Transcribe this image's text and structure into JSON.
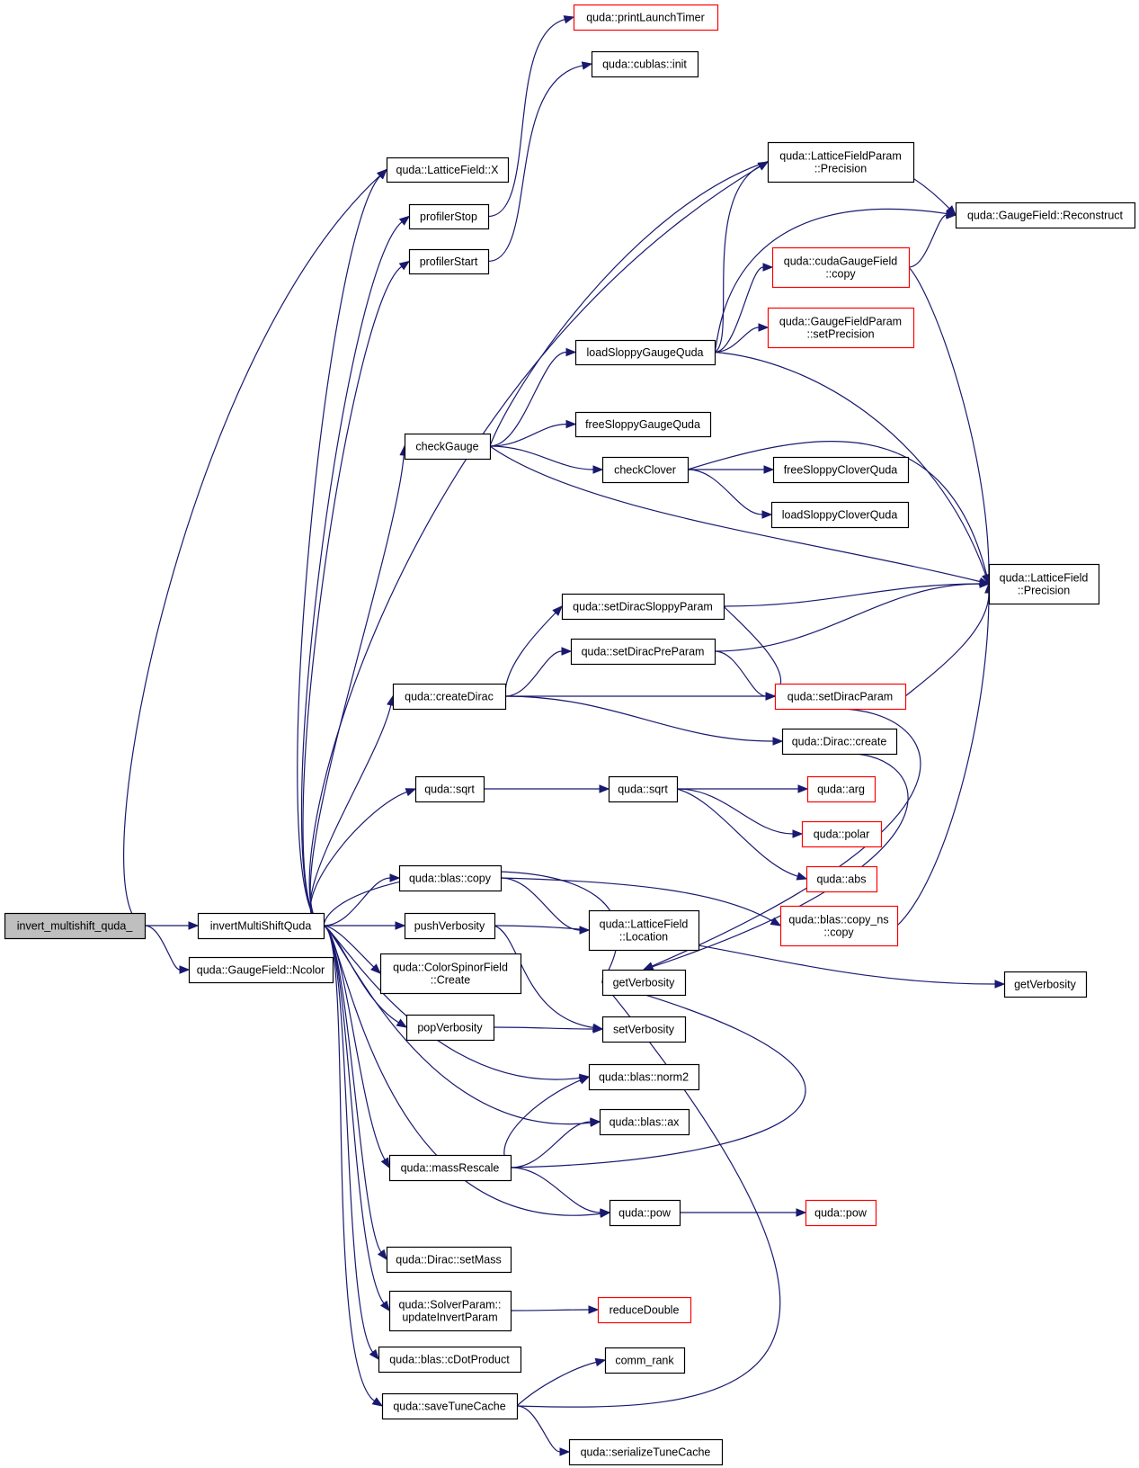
{
  "nodes": [
    {
      "id": "root",
      "label": "invert_multishift_quda_",
      "style": "root"
    },
    {
      "id": "imsq",
      "label": "invertMultiShiftQuda"
    },
    {
      "id": "ncolor",
      "label": "quda::GaugeField::Ncolor"
    },
    {
      "id": "lfx",
      "label": "quda::LatticeField::X"
    },
    {
      "id": "pstop",
      "label": "profilerStop"
    },
    {
      "id": "pstart",
      "label": "profilerStart"
    },
    {
      "id": "plt",
      "label": "quda::printLaunchTimer",
      "style": "red"
    },
    {
      "id": "cublas",
      "label": "quda::cublas::init"
    },
    {
      "id": "lfpprec",
      "label": "quda::LatticeFieldParam\n::Precision"
    },
    {
      "id": "gfrecon",
      "label": "quda::GaugeField::Reconstruct"
    },
    {
      "id": "cgfcopy",
      "label": "quda::cudaGaugeField\n::copy",
      "style": "red"
    },
    {
      "id": "gfpsetprec",
      "label": "quda::GaugeFieldParam\n::setPrecision",
      "style": "red"
    },
    {
      "id": "loadsloppy",
      "label": "loadSloppyGaugeQuda"
    },
    {
      "id": "freesloppy",
      "label": "freeSloppyGaugeQuda"
    },
    {
      "id": "checkgauge",
      "label": "checkGauge"
    },
    {
      "id": "checkclover",
      "label": "checkClover"
    },
    {
      "id": "freeclover",
      "label": "freeSloppyCloverQuda"
    },
    {
      "id": "loadclover",
      "label": "loadSloppyCloverQuda"
    },
    {
      "id": "lfprec",
      "label": "quda::LatticeField\n::Precision"
    },
    {
      "id": "dsloppy",
      "label": "quda::setDiracSloppyParam"
    },
    {
      "id": "dpre",
      "label": "quda::setDiracPreParam"
    },
    {
      "id": "createdirac",
      "label": "quda::createDirac"
    },
    {
      "id": "setdirac",
      "label": "quda::setDiracParam",
      "style": "red"
    },
    {
      "id": "diraccreate",
      "label": "quda::Dirac::create"
    },
    {
      "id": "sqrt1",
      "label": "quda::sqrt"
    },
    {
      "id": "sqrt2",
      "label": "quda::sqrt"
    },
    {
      "id": "arg",
      "label": "quda::arg",
      "style": "red"
    },
    {
      "id": "polar",
      "label": "quda::polar",
      "style": "red"
    },
    {
      "id": "abs",
      "label": "quda::abs",
      "style": "red"
    },
    {
      "id": "blascopy",
      "label": "quda::blas::copy"
    },
    {
      "id": "copyns",
      "label": "quda::blas::copy_ns\n::copy",
      "style": "red"
    },
    {
      "id": "lfloc",
      "label": "quda::LatticeField\n::Location"
    },
    {
      "id": "pushverb",
      "label": "pushVerbosity"
    },
    {
      "id": "getverb1",
      "label": "getVerbosity"
    },
    {
      "id": "getverb2",
      "label": "getVerbosity"
    },
    {
      "id": "csfcreate",
      "label": "quda::ColorSpinorField\n::Create"
    },
    {
      "id": "popverb",
      "label": "popVerbosity"
    },
    {
      "id": "setverb",
      "label": "setVerbosity"
    },
    {
      "id": "norm2",
      "label": "quda::blas::norm2"
    },
    {
      "id": "ax",
      "label": "quda::blas::ax"
    },
    {
      "id": "massrescale",
      "label": "quda::massRescale"
    },
    {
      "id": "pow1",
      "label": "quda::pow"
    },
    {
      "id": "pow2",
      "label": "quda::pow",
      "style": "red"
    },
    {
      "id": "setmass",
      "label": "quda::Dirac::setMass"
    },
    {
      "id": "updinv",
      "label": "quda::SolverParam::\nupdateInvertParam"
    },
    {
      "id": "reducedouble",
      "label": "reduceDouble",
      "style": "red"
    },
    {
      "id": "cdot",
      "label": "quda::blas::cDotProduct"
    },
    {
      "id": "commrank",
      "label": "comm_rank"
    },
    {
      "id": "savetune",
      "label": "quda::saveTuneCache"
    },
    {
      "id": "sertune",
      "label": "quda::serializeTuneCache"
    }
  ],
  "edges": [
    [
      "root",
      "imsq"
    ],
    [
      "root",
      "ncolor"
    ],
    [
      "root",
      "lfx"
    ],
    [
      "imsq",
      "lfx"
    ],
    [
      "imsq",
      "pstop"
    ],
    [
      "imsq",
      "pstart"
    ],
    [
      "imsq",
      "lfpprec"
    ],
    [
      "imsq",
      "checkgauge"
    ],
    [
      "imsq",
      "createdirac"
    ],
    [
      "imsq",
      "sqrt1"
    ],
    [
      "imsq",
      "blascopy"
    ],
    [
      "imsq",
      "pushverb"
    ],
    [
      "imsq",
      "csfcreate"
    ],
    [
      "imsq",
      "popverb"
    ],
    [
      "imsq",
      "norm2"
    ],
    [
      "imsq",
      "ax"
    ],
    [
      "imsq",
      "massrescale"
    ],
    [
      "imsq",
      "pow1"
    ],
    [
      "imsq",
      "setmass"
    ],
    [
      "imsq",
      "updinv"
    ],
    [
      "imsq",
      "cdot"
    ],
    [
      "imsq",
      "savetune"
    ],
    [
      "imsq",
      "getverb2"
    ],
    [
      "pstop",
      "plt"
    ],
    [
      "pstart",
      "cublas"
    ],
    [
      "checkgauge",
      "gfrecon"
    ],
    [
      "checkgauge",
      "loadsloppy"
    ],
    [
      "checkgauge",
      "freesloppy"
    ],
    [
      "checkgauge",
      "checkclover"
    ],
    [
      "checkgauge",
      "lfprec"
    ],
    [
      "loadsloppy",
      "lfpprec"
    ],
    [
      "loadsloppy",
      "gfrecon"
    ],
    [
      "loadsloppy",
      "cgfcopy"
    ],
    [
      "loadsloppy",
      "gfpsetprec"
    ],
    [
      "loadsloppy",
      "lfprec"
    ],
    [
      "cgfcopy",
      "gfrecon"
    ],
    [
      "cgfcopy",
      "lfprec"
    ],
    [
      "checkclover",
      "freeclover"
    ],
    [
      "checkclover",
      "loadclover"
    ],
    [
      "checkclover",
      "lfprec"
    ],
    [
      "createdirac",
      "dsloppy"
    ],
    [
      "createdirac",
      "dpre"
    ],
    [
      "createdirac",
      "setdirac"
    ],
    [
      "createdirac",
      "diraccreate"
    ],
    [
      "dsloppy",
      "lfprec"
    ],
    [
      "dsloppy",
      "setdirac"
    ],
    [
      "dpre",
      "lfprec"
    ],
    [
      "dpre",
      "setdirac"
    ],
    [
      "setdirac",
      "lfprec"
    ],
    [
      "setdirac",
      "getverb2"
    ],
    [
      "diraccreate",
      "getverb2"
    ],
    [
      "sqrt1",
      "sqrt2"
    ],
    [
      "sqrt2",
      "arg"
    ],
    [
      "sqrt2",
      "polar"
    ],
    [
      "sqrt2",
      "abs"
    ],
    [
      "blascopy",
      "copyns"
    ],
    [
      "blascopy",
      "lfloc"
    ],
    [
      "copyns",
      "lfprec"
    ],
    [
      "pushverb",
      "getverb1"
    ],
    [
      "pushverb",
      "setverb"
    ],
    [
      "popverb",
      "setverb"
    ],
    [
      "massrescale",
      "norm2"
    ],
    [
      "massrescale",
      "ax"
    ],
    [
      "massrescale",
      "pow1"
    ],
    [
      "massrescale",
      "getverb2"
    ],
    [
      "pow1",
      "pow2"
    ],
    [
      "updinv",
      "reducedouble"
    ],
    [
      "savetune",
      "commrank"
    ],
    [
      "savetune",
      "sertune"
    ],
    [
      "savetune",
      "getverb2"
    ]
  ]
}
